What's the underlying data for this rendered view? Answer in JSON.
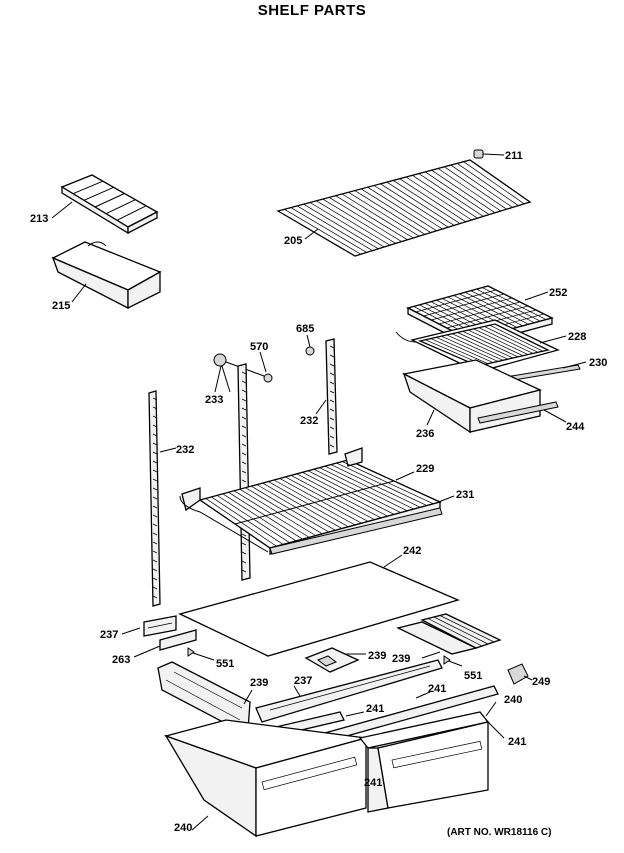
{
  "title": "SHELF PARTS",
  "art_number": "(ART NO. WR18116 C)",
  "callouts": {
    "c211": "211",
    "c205": "205",
    "c213": "213",
    "c215": "215",
    "c252": "252",
    "c228": "228",
    "c230": "230",
    "c236": "236",
    "c244": "244",
    "c685": "685",
    "c570": "570",
    "c233": "233",
    "c232a": "232",
    "c232b": "232",
    "c229": "229",
    "c231": "231",
    "c242": "242",
    "c237a": "237",
    "c263": "263",
    "c551a": "551",
    "c239a": "239",
    "c239b": "239",
    "c551b": "551",
    "c249": "249",
    "c239c": "239",
    "c237b": "237",
    "c241a": "241",
    "c241b": "241",
    "c240a": "240",
    "c241c": "241",
    "c241d": "241",
    "c240b": "240"
  }
}
